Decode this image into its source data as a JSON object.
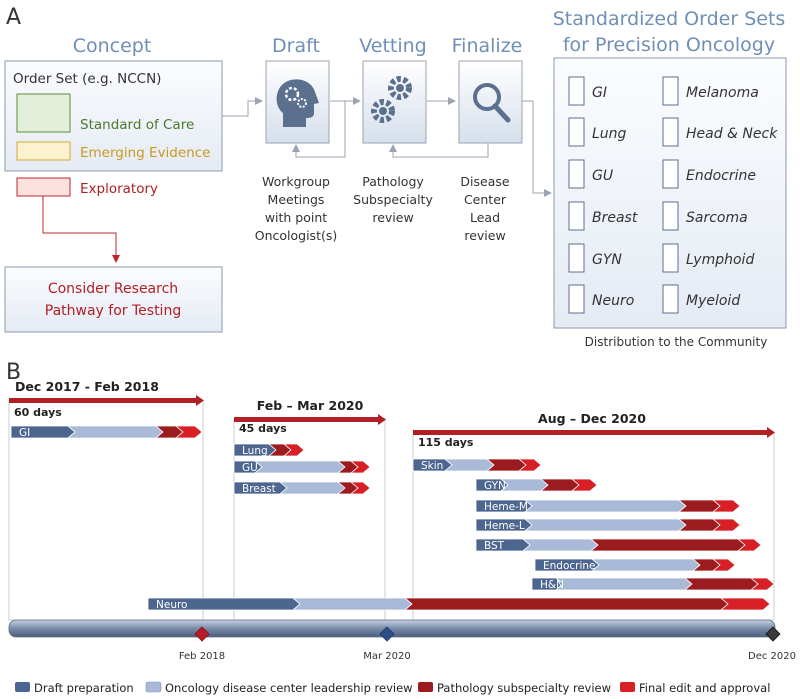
{
  "panel_a": {
    "label": "A",
    "concept": {
      "title": "Concept",
      "box_title": "Order Set (e.g. NCCN)",
      "standard_of_care": "Standard of Care",
      "emerging_evidence": "Emerging Evidence",
      "exploratory": "Exploratory",
      "research_line1": "Consider Research",
      "research_line2": "Pathway for Testing"
    },
    "stages": [
      {
        "title": "Draft",
        "icon": "head-gears-icon",
        "caption": [
          "Workgroup",
          "Meetings",
          "with point",
          "Oncologist(s)"
        ]
      },
      {
        "title": "Vetting",
        "icon": "gears-icon",
        "caption": [
          "Pathology",
          "Subspecialty",
          "review"
        ]
      },
      {
        "title": "Finalize",
        "icon": "magnifier-icon",
        "caption": [
          "Disease",
          "Center",
          "Lead",
          "review"
        ]
      }
    ],
    "order_sets": {
      "title_line1": "Standardized Order Sets",
      "title_line2": "for Precision Oncology",
      "left": [
        "GI",
        "Lung",
        "GU",
        "Breast",
        "GYN",
        "Neuro"
      ],
      "right": [
        "Melanoma",
        "Head & Neck",
        "Endocrine",
        "Sarcoma",
        "Lymphoid",
        "Myeloid"
      ],
      "footer": "Distribution to the Community"
    },
    "colors": {
      "title_blue": "#6f8fb6",
      "green": "#4a7a2c",
      "amber": "#c99a1e",
      "red": "#b21f24"
    }
  },
  "panel_b": {
    "label": "B",
    "periods": [
      {
        "label": "Dec 2017 - Feb 2018",
        "days": "60 days"
      },
      {
        "label": "Feb – Mar 2020",
        "days": "45 days"
      },
      {
        "label": "Aug – Dec 2020",
        "days": "115 days"
      }
    ],
    "tasks": [
      "GI",
      "Lung",
      "GU",
      "Breast",
      "Skin",
      "GYN",
      "Heme-M",
      "Heme-L",
      "BST",
      "Endocrine",
      "H&N",
      "Neuro"
    ],
    "milestones": [
      "Feb 2018",
      "Mar 2020",
      "Dec 2020"
    ],
    "legend": [
      {
        "label": "Draft preparation",
        "color": "#4d6690"
      },
      {
        "label": "Oncology disease center leadership review",
        "color": "#a9bad8"
      },
      {
        "label": "Pathology subspecialty review",
        "color": "#9b1b1e"
      },
      {
        "label": "Final edit and approval",
        "color": "#d81f26"
      }
    ]
  }
}
